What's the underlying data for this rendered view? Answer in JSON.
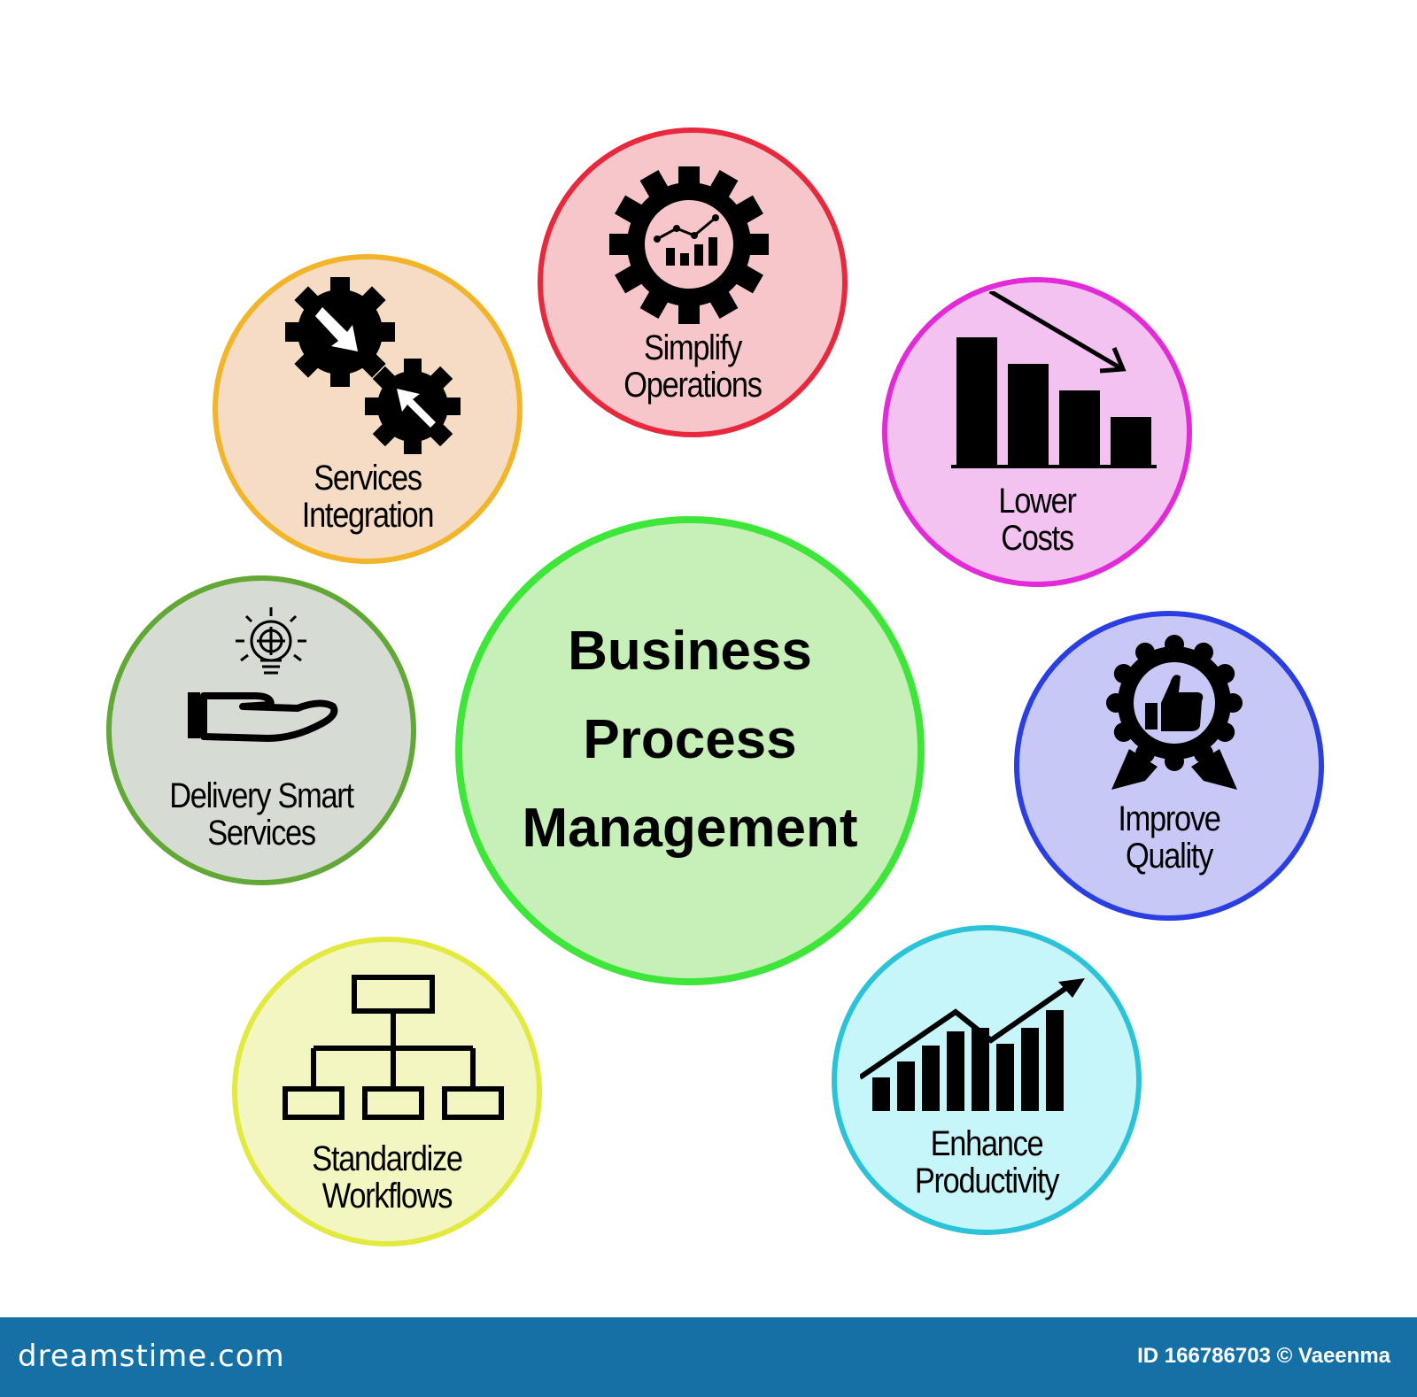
{
  "diagram": {
    "center": {
      "title_lines": [
        "Business",
        "Process",
        "Management"
      ],
      "fill": "#c6f0b8",
      "border": "#3ee63a"
    },
    "nodes": [
      {
        "id": "simplify-operations",
        "lines": [
          "Simplify",
          "Operations"
        ],
        "icon": "gear-chart-icon",
        "fill": "#f6c6ca",
        "border": "#e8283c"
      },
      {
        "id": "lower-costs",
        "lines": [
          "Lower",
          "Costs"
        ],
        "icon": "declining-bar-chart-icon",
        "fill": "#f4c2f0",
        "border": "#e22ad8"
      },
      {
        "id": "improve-quality",
        "lines": [
          "Improve",
          "Quality"
        ],
        "icon": "quality-badge-thumbs-up-icon",
        "fill": "#c8c8f6",
        "border": "#2a3ee2"
      },
      {
        "id": "enhance-productivity",
        "lines": [
          "Enhance",
          "Productivity"
        ],
        "icon": "rising-bar-chart-icon",
        "fill": "#c6f6fa",
        "border": "#2cc2d8"
      },
      {
        "id": "standardize-workflows",
        "lines": [
          "Standardize",
          "Workflows"
        ],
        "icon": "org-chart-icon",
        "fill": "#f4f6c2",
        "border": "#e2ea40"
      },
      {
        "id": "delivery-smart-services",
        "lines": [
          "Delivery Smart",
          "Services"
        ],
        "icon": "hand-lightbulb-icon",
        "fill": "#d6dcd4",
        "border": "#62a836"
      },
      {
        "id": "services-integration",
        "lines": [
          "Services",
          "Integration"
        ],
        "icon": "gears-arrows-icon",
        "fill": "#f6dcc4",
        "border": "#f2b428"
      }
    ]
  },
  "footer": {
    "brand": "dreamstime.com",
    "credit": "ID 166786703 © Vaeenma"
  }
}
